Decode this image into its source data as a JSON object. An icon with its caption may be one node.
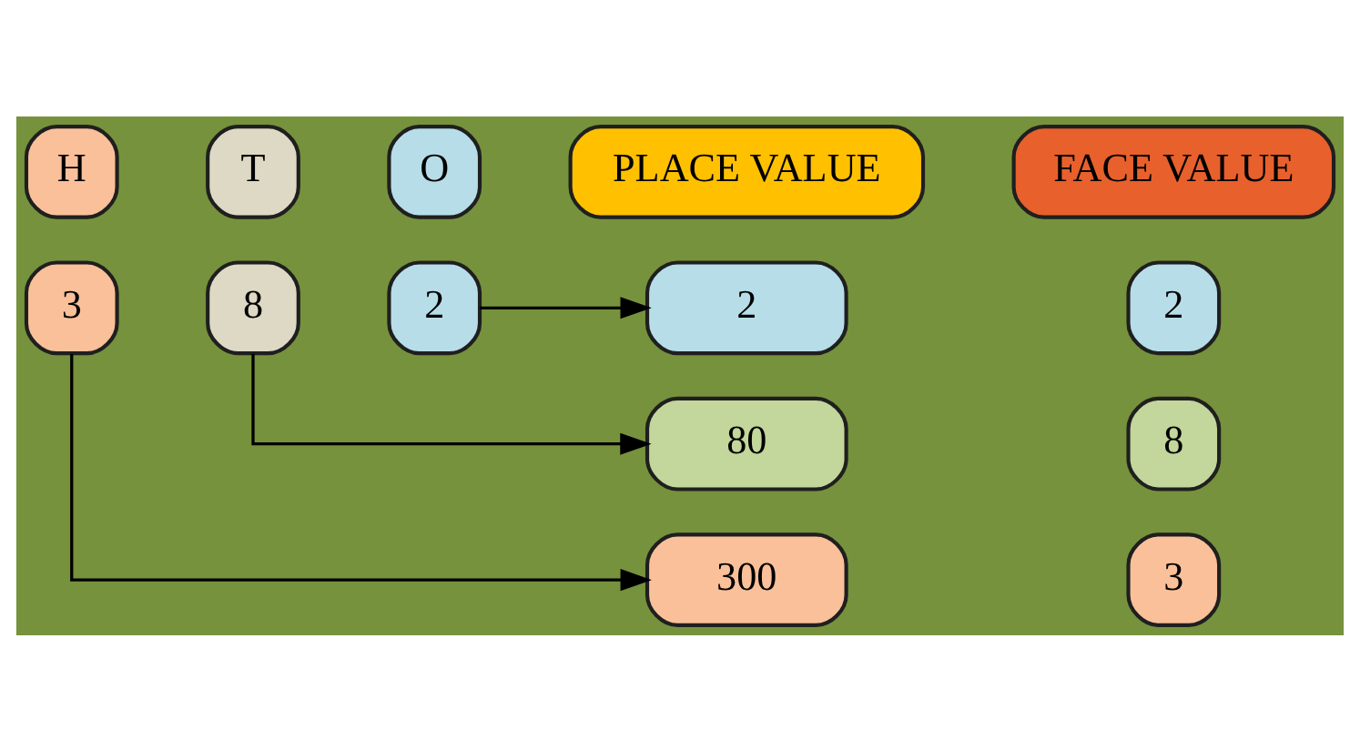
{
  "diagram": {
    "nodes": [
      {
        "text": [
          "H"
        ]
      },
      {
        "text": [
          "T"
        ]
      },
      {
        "text": [
          "O"
        ]
      },
      {
        "text": [
          "PLACE VALUE"
        ]
      },
      {
        "text": [
          "FACE VALUE"
        ]
      },
      {
        "text": [
          "3"
        ]
      },
      {
        "text": [
          "8"
        ]
      },
      {
        "text": [
          "2"
        ]
      },
      {
        "text": [
          "2"
        ]
      },
      {
        "text": [
          "2"
        ]
      },
      {
        "text": [
          "80"
        ]
      },
      {
        "text": [
          "8"
        ]
      },
      {
        "text": [
          "300"
        ]
      },
      {
        "text": [
          "3"
        ]
      }
    ],
    "edges": [
      {
        "from": 7,
        "to": 8,
        "arrow": "to"
      },
      {
        "from": 6,
        "to": 10,
        "arrow": "to"
      },
      {
        "from": 5,
        "to": 12,
        "arrow": "to"
      }
    ]
  }
}
